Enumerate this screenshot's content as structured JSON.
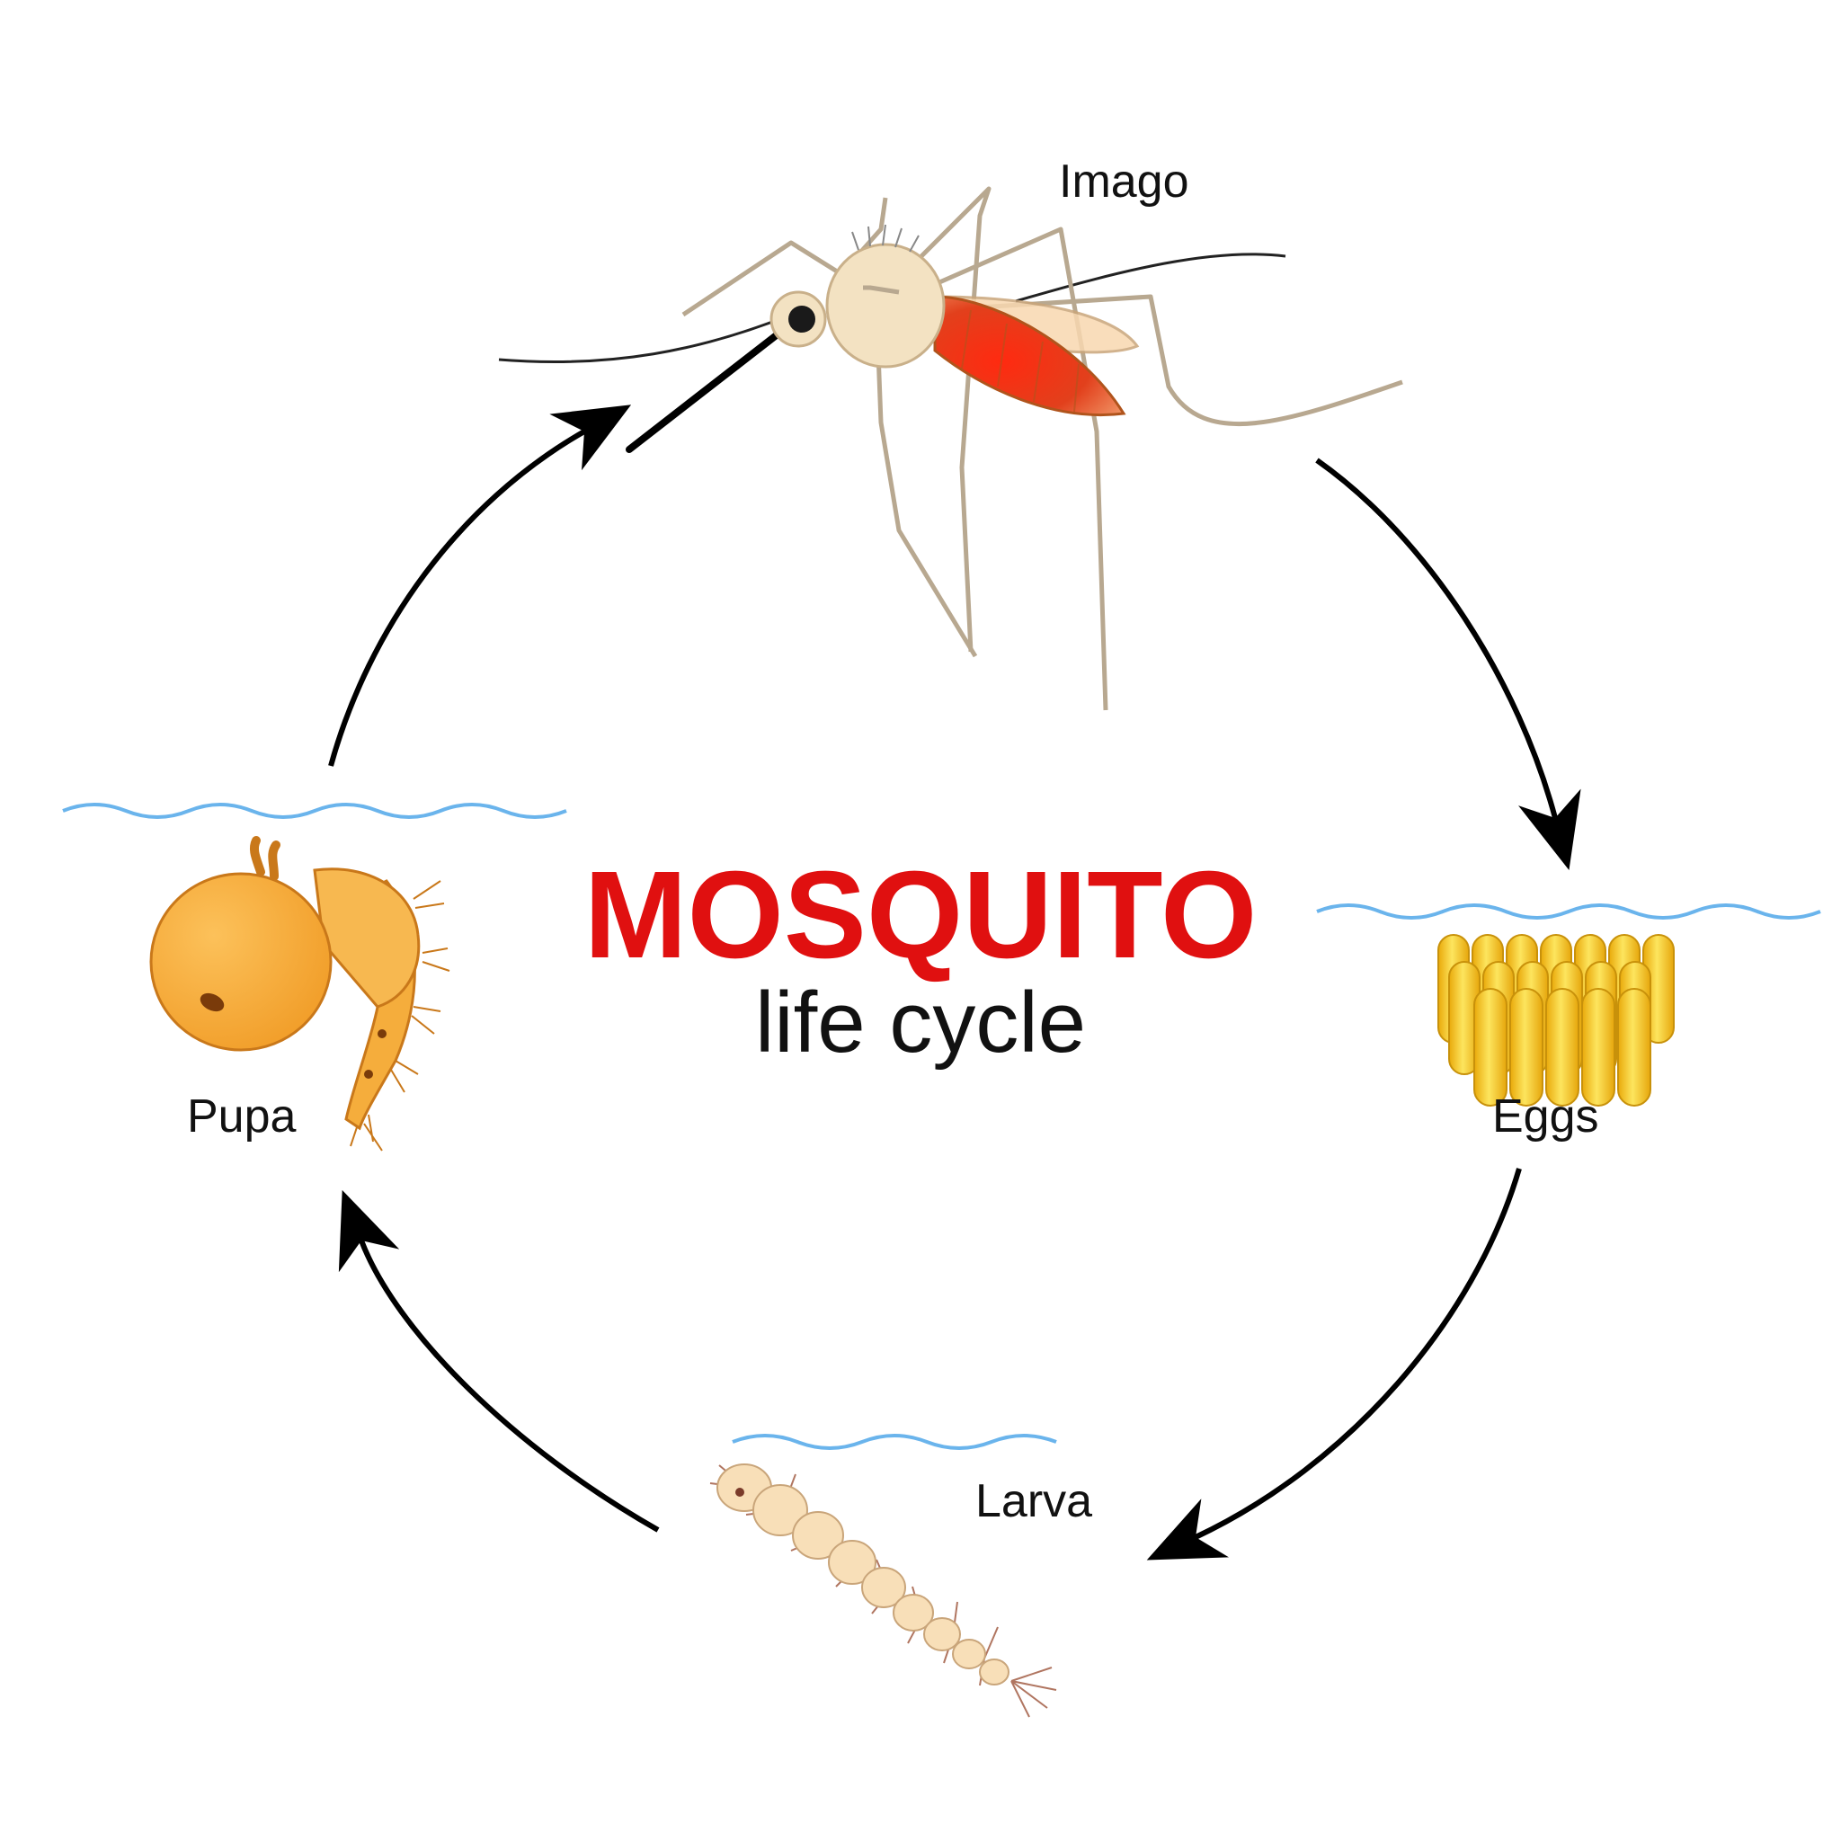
{
  "title": {
    "main": "MOSQUITO",
    "sub": "life cycle"
  },
  "stages": {
    "imago": "Imago",
    "eggs": "Eggs",
    "larva": "Larva",
    "pupa": "Pupa"
  },
  "colors": {
    "title": "#e01010",
    "water": "#6ab4ec",
    "arrow": "#000000",
    "egg": "#f3c41c",
    "pupa": "#f5ad3c",
    "larva": "#f8dfb8",
    "abdomen": "#d8321a",
    "body": "#f3e2c2"
  },
  "icons": [
    "mosquito-icon",
    "eggs-icon",
    "larva-icon",
    "pupa-icon",
    "cycle-arrow-icon",
    "water-line-icon"
  ]
}
